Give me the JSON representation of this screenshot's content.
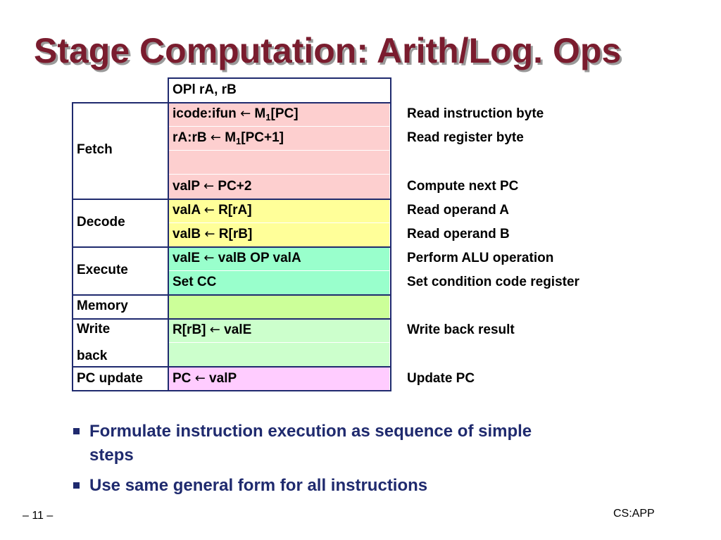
{
  "slide": {
    "title": "Stage Computation: Arith/Log. Ops"
  },
  "table": {
    "header_instruction": "OPl rA, rB",
    "stages": {
      "fetch": "Fetch",
      "decode": "Decode",
      "execute": "Execute",
      "memory": "Memory",
      "write_back_1": "Write",
      "write_back_2": "back",
      "pc_update": "PC update"
    },
    "rows": {
      "fetch_1": {
        "pre": "icode:ifun ",
        "arrow": "←",
        "mem": " M",
        "sub": "1",
        "post": "[PC]",
        "desc": "Read instruction byte"
      },
      "fetch_2": {
        "pre": "rA:rB ",
        "arrow": "←",
        "mem": " M",
        "sub": "1",
        "post": "[PC+1]",
        "desc": "Read register byte"
      },
      "fetch_4": {
        "pre": "valP ",
        "arrow": "←",
        "post": " PC+2",
        "desc": "Compute next PC"
      },
      "decode_1": {
        "pre": "valA ",
        "arrow": "←",
        "post": " R[rA]",
        "desc": "Read operand A"
      },
      "decode_2": {
        "pre": "valB ",
        "arrow": "←",
        "post": " R[rB]",
        "desc": "Read operand B"
      },
      "execute_1": {
        "pre": "valE ",
        "arrow": "←",
        "post": " valB OP valA",
        "desc": "Perform ALU operation"
      },
      "execute_2": {
        "text": "Set CC",
        "desc": "Set condition code register"
      },
      "write_back": {
        "pre": "R[rB] ",
        "arrow": "←",
        "post": " valE",
        "desc": "Write back result"
      },
      "pc_update": {
        "pre": "PC ",
        "arrow": "←",
        "post": " valP",
        "desc": "Update PC"
      }
    }
  },
  "bullets": {
    "item_1_line_1": "Formulate instruction execution as sequence of simple",
    "item_1_line_2": "steps",
    "item_2": "Use same general form for all instructions"
  },
  "footer": {
    "page_number": "– 11 –",
    "brand": "CS:APP"
  },
  "colors": {
    "title": "#7a1c2e",
    "border": "#1f2a6e",
    "fetch_bg": "#fdcfcf",
    "decode_bg": "#ffff99",
    "execute_bg": "#99ffcc",
    "memory_bg": "#ccff99",
    "write_back_bg": "#ccffcc",
    "pc_update_bg": "#ffccff"
  }
}
